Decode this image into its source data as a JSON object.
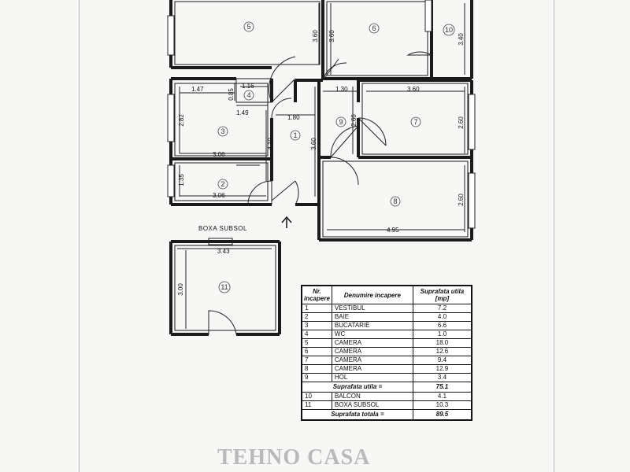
{
  "annex_label": "BOXA SUBSOL",
  "rooms": [
    {
      "num": "1"
    },
    {
      "num": "2"
    },
    {
      "num": "3"
    },
    {
      "num": "4"
    },
    {
      "num": "5"
    },
    {
      "num": "6"
    },
    {
      "num": "7"
    },
    {
      "num": "8"
    },
    {
      "num": "9"
    },
    {
      "num": "10"
    },
    {
      "num": "11"
    }
  ],
  "dimensions": [
    "3.60",
    "3.60",
    "3.40",
    "1.47",
    "1.16",
    "0.85",
    "1.49",
    "1.80",
    "2.82",
    "3.06",
    "4.10",
    "3.60",
    "1.30",
    "2.60",
    "3.60",
    "2.60",
    "1.35",
    "3.06",
    "2.60",
    "4.95",
    "3.43",
    "3.00"
  ],
  "table": {
    "headers": [
      "Nr. incapere",
      "Denumire incapere",
      "Suprafata utila [mp]"
    ],
    "rows": [
      {
        "nr": "1",
        "name": "VESTIBUL",
        "area": "7.2"
      },
      {
        "nr": "2",
        "name": "BAIE",
        "area": "4.0"
      },
      {
        "nr": "3",
        "name": "BUCATARIE",
        "area": "6.6"
      },
      {
        "nr": "4",
        "name": "WC",
        "area": "1.0"
      },
      {
        "nr": "5",
        "name": "CAMERA",
        "area": "18.0"
      },
      {
        "nr": "6",
        "name": "CAMERA",
        "area": "12.6"
      },
      {
        "nr": "7",
        "name": "CAMERA",
        "area": "9.4"
      },
      {
        "nr": "8",
        "name": "CAMERA",
        "area": "12.9"
      },
      {
        "nr": "9",
        "name": "HOL",
        "area": "3.4"
      }
    ],
    "subtotal_label": "Suprafata utila =",
    "subtotal_value": "75.1",
    "extra_rows": [
      {
        "nr": "10",
        "name": "BALCON",
        "area": "4.1"
      },
      {
        "nr": "11",
        "name": "BOXA SUBSOL",
        "area": "10.3"
      }
    ],
    "total_label": "Suprafata totala =",
    "total_value": "89.5"
  },
  "watermark": "TEHNO CASA"
}
